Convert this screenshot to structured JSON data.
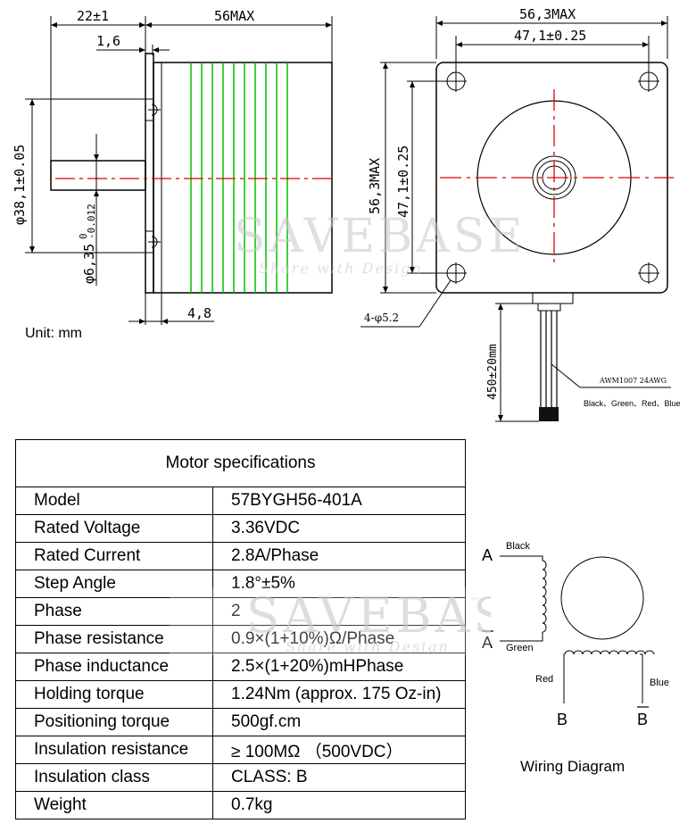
{
  "drawing": {
    "side_view": {
      "shaft_length": "22±1",
      "body_length": "56MAX",
      "flange_thickness": "1,6",
      "pilot_diameter": "φ38,1±0.05",
      "shaft_diameter_base": "φ6,35",
      "shaft_tol_upper": "0",
      "shaft_tol_lower": "-0.012",
      "pilot_offset": "4,8"
    },
    "front_view": {
      "width": "56,3MAX",
      "hole_spacing_h": "47,1±0.25",
      "height": "56,3MAX",
      "hole_spacing_v": "47,1±0.25",
      "holes": "4-φ5.2",
      "lead_length": "450±20mm",
      "wire_spec": "AWM1007 24AWG",
      "wire_colors": "Black、Green、Red、Blue"
    },
    "unit_label": "Unit: mm",
    "watermark": {
      "brand": "SAVEBASE",
      "tm": "™",
      "tagline": "Share with Design"
    }
  },
  "specs": {
    "title": "Motor specifications",
    "rows": [
      {
        "label": "Model",
        "value": "57BYGH56-401A"
      },
      {
        "label": "Rated Voltage",
        "value": "3.36VDC"
      },
      {
        "label": "Rated Current",
        "value": "2.8A/Phase"
      },
      {
        "label": "Step Angle",
        "value": "1.8°±5%"
      },
      {
        "label": "Phase",
        "value": "2"
      },
      {
        "label": "Phase resistance",
        "value": "0.9×(1+10%)Ω/Phase"
      },
      {
        "label": "Phase inductance",
        "value": "2.5×(1+20%)mHPhase"
      },
      {
        "label": "Holding torque",
        "value": "1.24Nm (approx. 175 Oz-in)"
      },
      {
        "label": "Positioning torque",
        "value": "500gf.cm"
      },
      {
        "label": "Insulation resistance",
        "value": "≥ 100MΩ （500VDC）"
      },
      {
        "label": "Insulation class",
        "value": "CLASS: B"
      },
      {
        "label": "Weight",
        "value": "0.7kg"
      }
    ]
  },
  "wiring": {
    "terminal_a": "A",
    "terminal_a_bar": "A",
    "terminal_b": "B",
    "terminal_b_bar": "B",
    "wire_black": "Black",
    "wire_green": "Green",
    "wire_red": "Red",
    "wire_blue": "Blue",
    "caption": "Wiring Diagram"
  },
  "colors": {
    "centerline": "#e00000",
    "winding": "#00c000",
    "watermark": "#c8c8c8"
  }
}
